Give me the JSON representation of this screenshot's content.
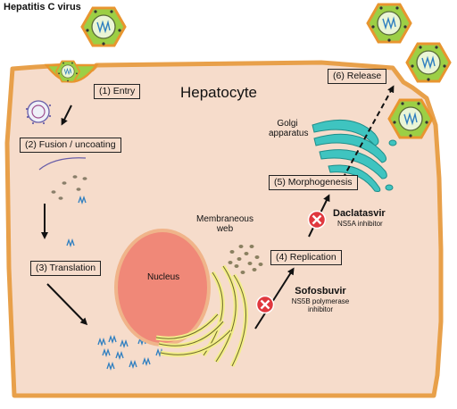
{
  "title": "Hepatitis C virus",
  "cell_name": "Hepatocyte",
  "nucleus_label": "Nucleus",
  "golgi_label_1": "Golgi",
  "golgi_label_2": "apparatus",
  "web_label_1": "Membraneous",
  "web_label_2": "web",
  "steps": {
    "entry": "(1) Entry",
    "fusion": "(2) Fusion / uncoating",
    "translation": "(3) Translation",
    "replication": "(4) Replication",
    "morphogenesis": "(5) Morphogenesis",
    "release": "(6) Release"
  },
  "drugs": {
    "daclatasvir": {
      "name": "Daclatasvir",
      "target": "NS5A inhibitor"
    },
    "sofosbuvir": {
      "name": "Sofosbuvir",
      "target_1": "NS5B polymerase",
      "target_2": "inhibitor"
    }
  },
  "icons": [
    "virus-particle-icon",
    "rna-strand-icon",
    "inhibition-x-icon"
  ],
  "colors": {
    "cell_fill": "#f6dccb",
    "cell_border": "#e8a04a",
    "virus_fill": "#9ccf45",
    "virus_border": "#e8952f",
    "nucleus": "#f08878",
    "golgi": "#3fc4c0",
    "er": "#f3ee8a",
    "inhibit": "#e0383e"
  }
}
